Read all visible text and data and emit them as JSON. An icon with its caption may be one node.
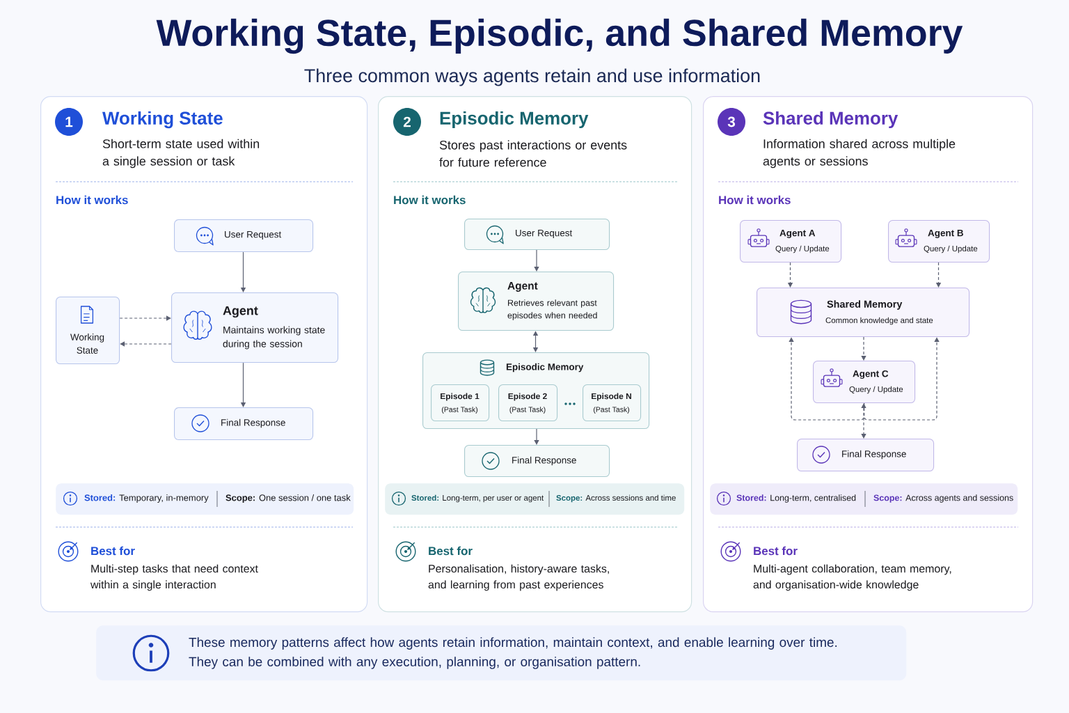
{
  "diagram": {
    "title": "Working State, Episodic, and Shared Memory",
    "nodes": [
      {
        "text": [
          "Working State",
          "Short-term state used within a single session or task",
          "How it works",
          "Best for",
          "Multi-step tasks that need context within a single interaction"
        ]
      },
      {
        "text": [
          "1"
        ],
        "in": 0
      },
      {
        "text": [
          "User Request"
        ],
        "in": 0
      },
      {
        "text": [
          "Working State"
        ],
        "in": 0
      },
      {
        "text": [
          "Agent",
          "Maintains working state during the session"
        ],
        "in": 0
      },
      {
        "text": [
          "Final Response"
        ],
        "in": 0
      },
      {
        "text": [
          "**Stored:** Temporary, in-memory",
          "**Scope:** One session / one task"
        ],
        "in": 0
      },
      {
        "text": [
          "Episodic Memory",
          "Stores past interactions or events for future reference",
          "How it works",
          "Best for",
          "Personalisation, history-aware tasks, and learning from past experiences"
        ]
      },
      {
        "text": [
          "2"
        ],
        "in": 7
      },
      {
        "text": [
          "User Request"
        ],
        "in": 7
      },
      {
        "text": [
          "Agent",
          "Retrieves relevant past episodes when needed"
        ],
        "in": 7
      },
      {
        "text": [
          "Episodic Memory"
        ],
        "in": 7
      },
      {
        "text": [
          "Episode 1",
          "(Past Task)"
        ],
        "in": 11
      },
      {
        "text": [
          "Episode 2",
          "(Past Task)"
        ],
        "in": 11
      },
      {
        "text": [
          "Episode N",
          "(Past Task)"
        ],
        "in": 11
      },
      {
        "text": [
          "Final Response"
        ],
        "in": 7
      },
      {
        "text": [
          "**Stored:** Long-term, per user or agent",
          "**Scope:** Across sessions and time"
        ],
        "in": 7
      },
      {
        "text": [
          "Shared Memory",
          "Information shared across multiple agents or sessions",
          "How it works",
          "Best for",
          "Multi-agent collaboration, team memory, and organisation-wide knowledge"
        ]
      },
      {
        "text": [
          "3"
        ],
        "in": 17
      },
      {
        "text": [
          "Agent A",
          "Query / Update"
        ],
        "in": 17
      },
      {
        "text": [
          "Agent B",
          "Query / Update"
        ],
        "in": 17
      },
      {
        "text": [
          "Shared Memory",
          "Common knowledge and state"
        ],
        "in": 17
      },
      {
        "text": [
          "Agent C",
          "Query / Update"
        ],
        "in": 17
      },
      {
        "text": [
          "Final Response"
        ],
        "in": 17
      },
      {
        "text": [
          "**Stored:** Long-term, centralised",
          "**Scope:** Across agents and sessions"
        ],
        "in": 17
      },
      {
        "text": [
          "These memory patterns affect how agents retain information, maintain context, and enable learning over time. They can be combined with any execution, planning, or organisation pattern."
        ]
      }
    ],
    "edges": [
      {
        "from": 2,
        "to": 4,
        "arrow": "to"
      },
      {
        "from": 3,
        "to": 4,
        "arrow": "to",
        "style": "dashed"
      },
      {
        "from": 4,
        "to": 3,
        "arrow": "to",
        "style": "dashed"
      },
      {
        "from": 4,
        "to": 5,
        "arrow": "to"
      },
      {
        "from": 9,
        "to": 10,
        "arrow": "to"
      },
      {
        "from": 10,
        "to": 11,
        "arrow": "both"
      },
      {
        "from": 11,
        "to": 15,
        "arrow": "to"
      },
      {
        "from": 19,
        "to": 21,
        "arrow": "to",
        "style": "dashed"
      },
      {
        "from": 20,
        "to": 21,
        "arrow": "to",
        "style": "dashed"
      },
      {
        "from": 21,
        "to": 22,
        "arrow": "to",
        "style": "dashed"
      },
      {
        "from": 22,
        "to": 23,
        "arrow": "both",
        "style": "dashed"
      },
      {
        "from": 22,
        "to": 21,
        "arrow": "to",
        "style": "dashed"
      },
      {
        "from": 22,
        "to": 21,
        "arrow": "to",
        "style": "dashed"
      }
    ],
    "labels": [
      "Three common ways agents retain and use information"
    ]
  }
}
